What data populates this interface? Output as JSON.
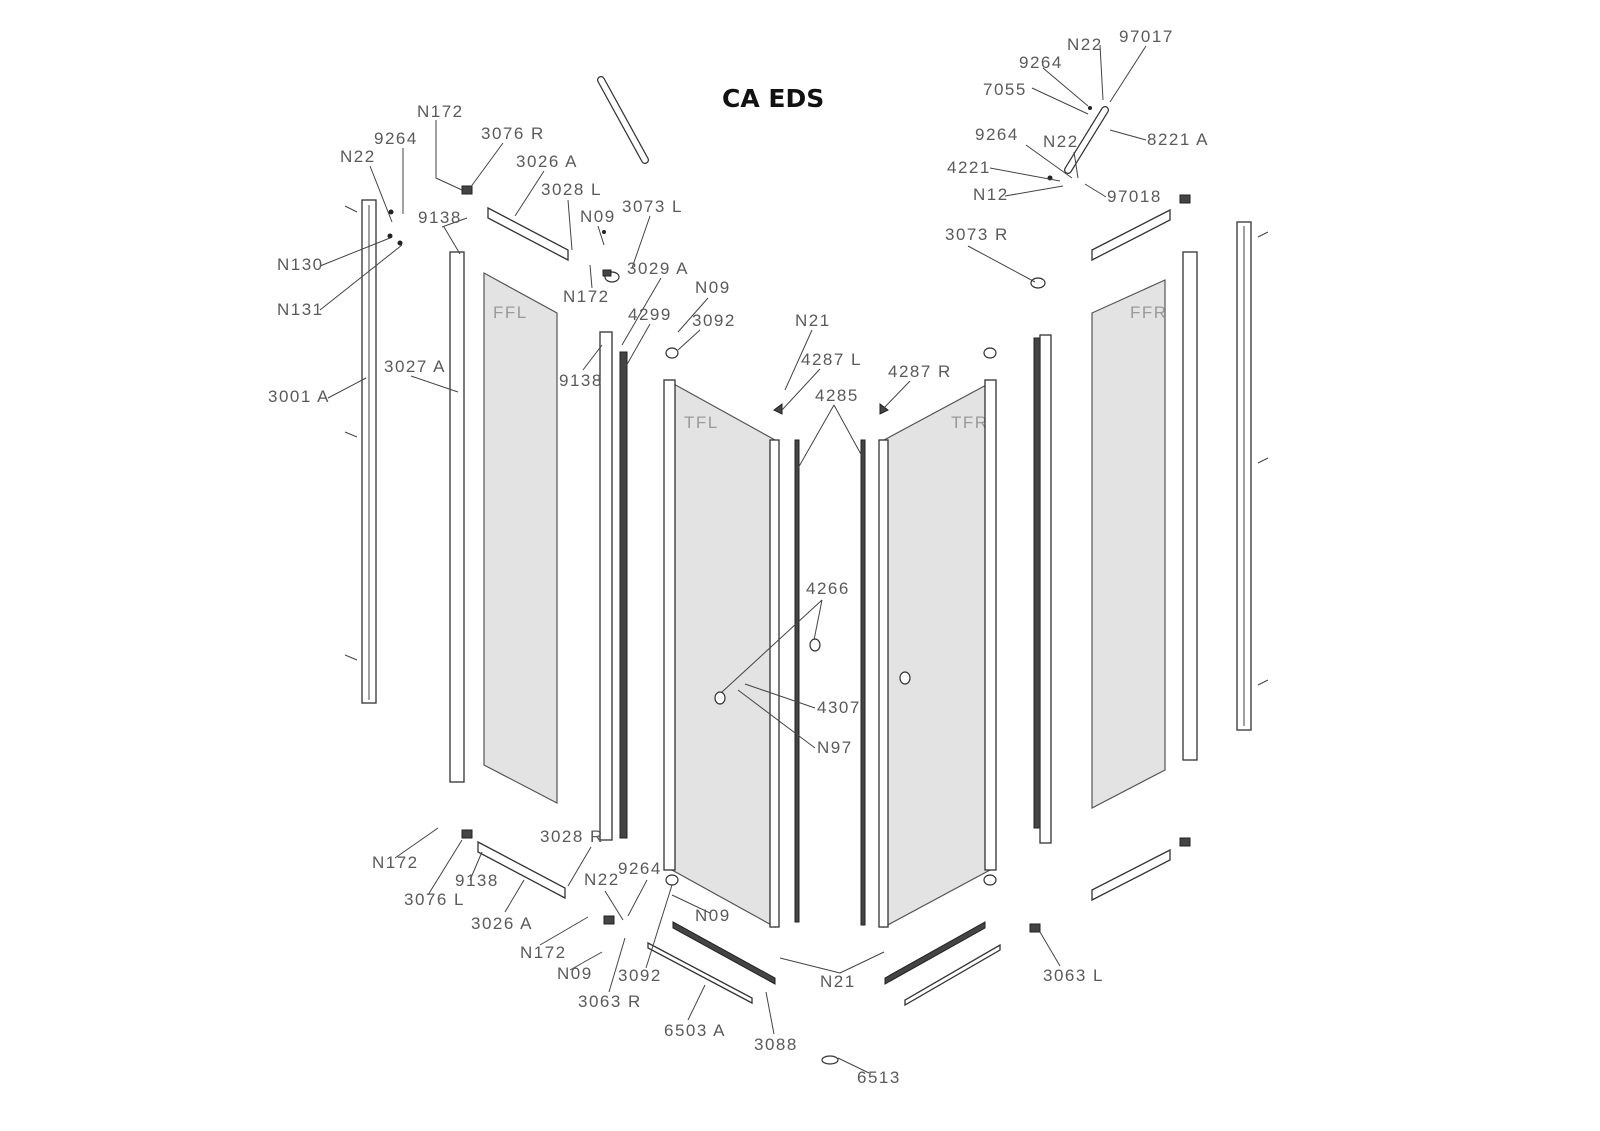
{
  "title": "CA EDS",
  "glass": {
    "ffl": "FFL",
    "tfl": "TFL",
    "tfr": "TFR",
    "ffr": "FFR"
  },
  "labels": {
    "n172_a": "N172",
    "l3076r": "3076 R",
    "l3026a_top": "3026 A",
    "l9264_a": "9264",
    "n22_a": "N22",
    "l3028l": "3028 L",
    "l9138_a": "9138",
    "n09_a": "N09",
    "l3073l": "3073 L",
    "n130": "N130",
    "n172_b": "N172",
    "l3029a": "3029 A",
    "n131": "N131",
    "n09_b": "N09",
    "l3092_a": "3092",
    "l4299": "4299",
    "l9138_b": "9138",
    "l3027a": "3027 A",
    "l3001a": "3001 A",
    "n21_a": "N21",
    "l4287l": "4287 L",
    "l4285": "4285",
    "l4287r": "4287 R",
    "l4266": "4266",
    "l4307": "4307",
    "n97": "N97",
    "l3028r": "3028 R",
    "n172_c": "N172",
    "l9264_b": "9264",
    "n22_b": "N22",
    "l9138_c": "9138",
    "l3076l": "3076 L",
    "l3026a_bot": "3026 A",
    "n09_c": "N09",
    "n172_d": "N172",
    "n09_d": "N09",
    "l3092_b": "3092",
    "l3063r": "3063 R",
    "n21_b": "N21",
    "l3063l": "3063 L",
    "l6503a": "6503 A",
    "l3088": "3088",
    "l6513": "6513",
    "n22_c": "N22",
    "l97017": "97017",
    "l9264_c": "9264",
    "l7055": "7055",
    "l8221a": "8221 A",
    "l9264_d": "9264",
    "n22_d": "N22",
    "l4221": "4221",
    "n12": "N12",
    "l97018": "97018",
    "l3073r": "3073 R"
  }
}
